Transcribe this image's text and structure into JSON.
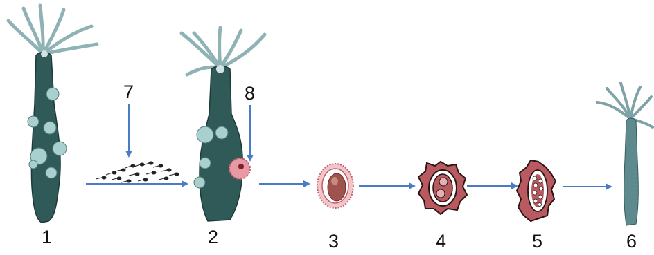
{
  "stage_labels": [
    "1",
    "2",
    "3",
    "4",
    "5",
    "6"
  ],
  "callouts": {
    "sperm_label": "7",
    "egg_label": "8"
  },
  "colors": {
    "body": "#2f5a57",
    "body_light": "#8fb3b4",
    "bud": "#a9cfcf",
    "egg": "#e89aa4",
    "embryo_shell": "#b85a60",
    "arrow": "#4a7cc6"
  }
}
